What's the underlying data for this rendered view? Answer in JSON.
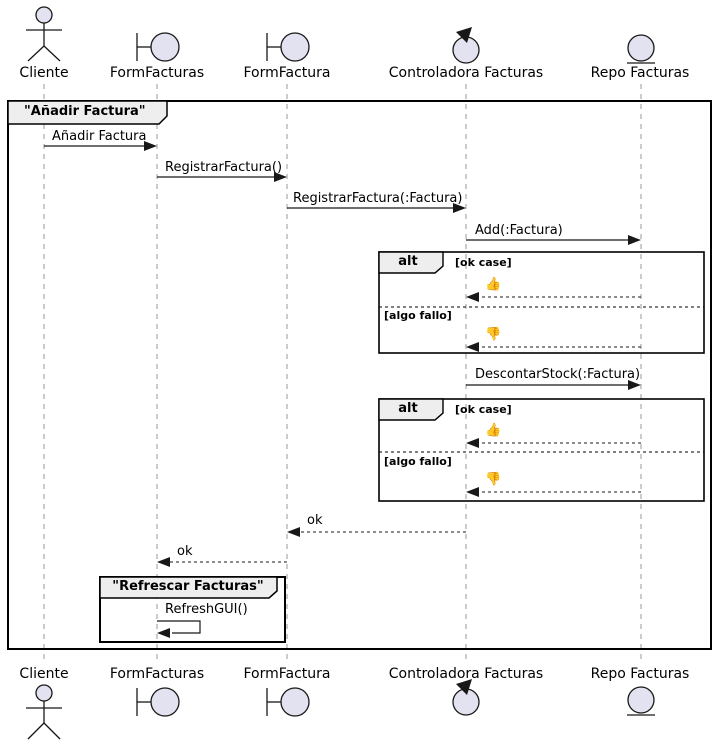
{
  "diagram": {
    "type": "uml-sequence-diagram",
    "participants": [
      {
        "name": "Cliente",
        "kind": "actor"
      },
      {
        "name": "FormFacturas",
        "kind": "boundary"
      },
      {
        "name": "FormFactura",
        "kind": "boundary"
      },
      {
        "name": "Controladora Facturas",
        "kind": "control"
      },
      {
        "name": "Repo Facturas",
        "kind": "entity"
      }
    ],
    "frames": {
      "main": {
        "title": "\"Añadir Factura\""
      },
      "alt1": {
        "operator": "alt",
        "guard_ok": "[ok case]",
        "guard_fail": "[algo fallo]"
      },
      "alt2": {
        "operator": "alt",
        "guard_ok": "[ok case]",
        "guard_fail": "[algo fallo]"
      },
      "refresh": {
        "title": "\"Refrescar Facturas\""
      }
    },
    "messages": {
      "anadir": "Añadir Factura",
      "registrar": "RegistrarFactura()",
      "registrar_param": "RegistrarFactura(:Factura)",
      "add": "Add(:Factura)",
      "descontar": "DescontarStock(:Factura)",
      "ok": "ok",
      "refresh_gui": "RefreshGUI()",
      "thumbs_up": "👍",
      "thumbs_down": "👎"
    },
    "colors": {
      "icon_fill": "#E2E2F0",
      "stroke": "#181818",
      "frame_tab_fill": "#EEEEEE",
      "lifeline": "#999999",
      "background": "#FFFFFF"
    }
  }
}
